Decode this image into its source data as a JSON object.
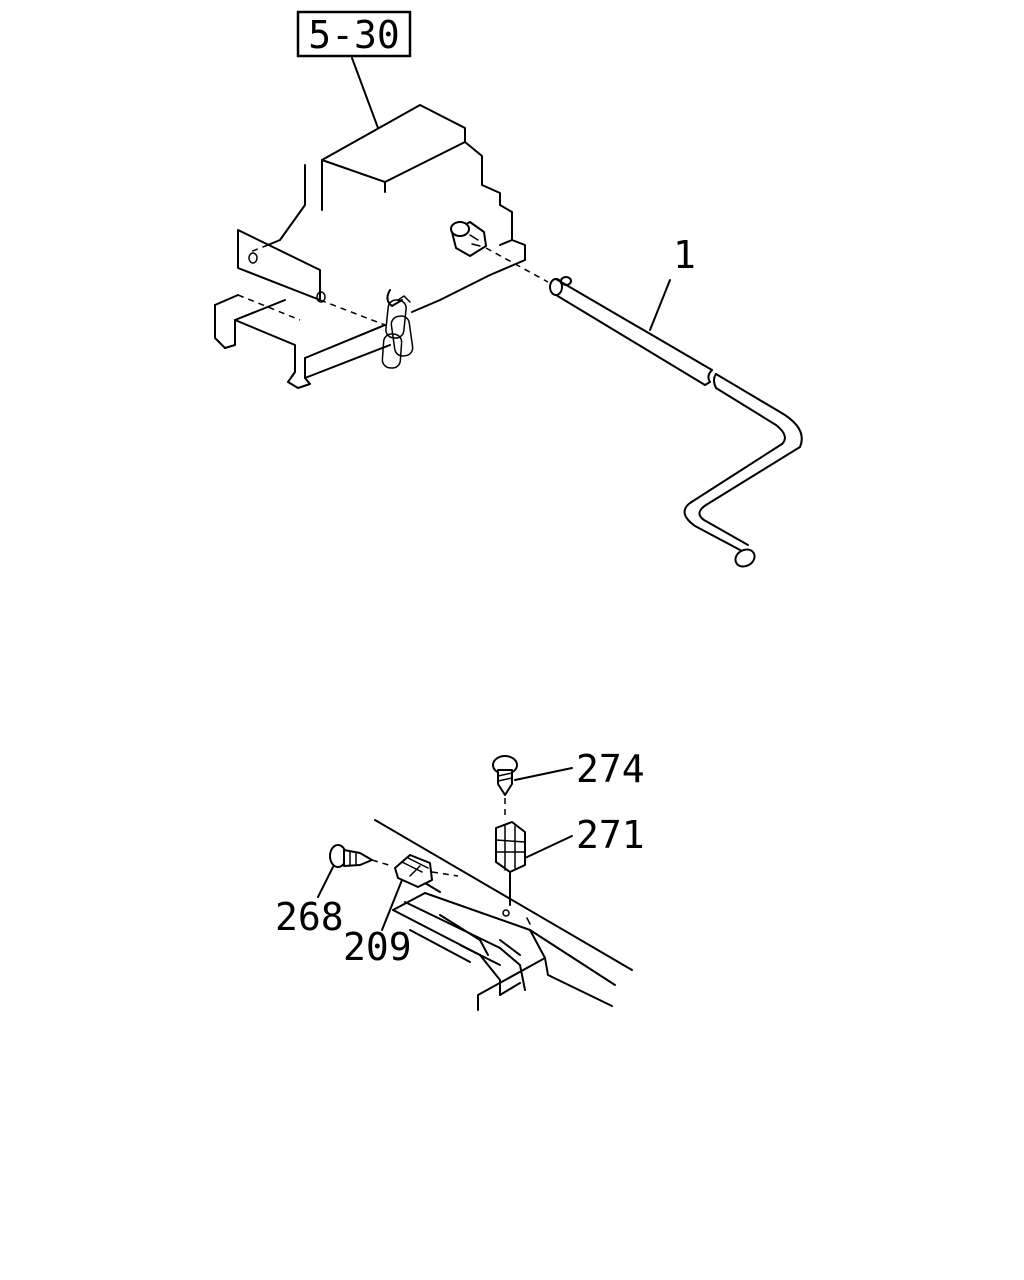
{
  "reference_box": {
    "label": "5-30"
  },
  "callouts": [
    {
      "id": "jack-handle",
      "label": "1"
    },
    {
      "id": "screw",
      "label": "274"
    },
    {
      "id": "clip",
      "label": "271"
    },
    {
      "id": "bolt",
      "label": "268"
    },
    {
      "id": "clamp",
      "label": "209"
    }
  ]
}
